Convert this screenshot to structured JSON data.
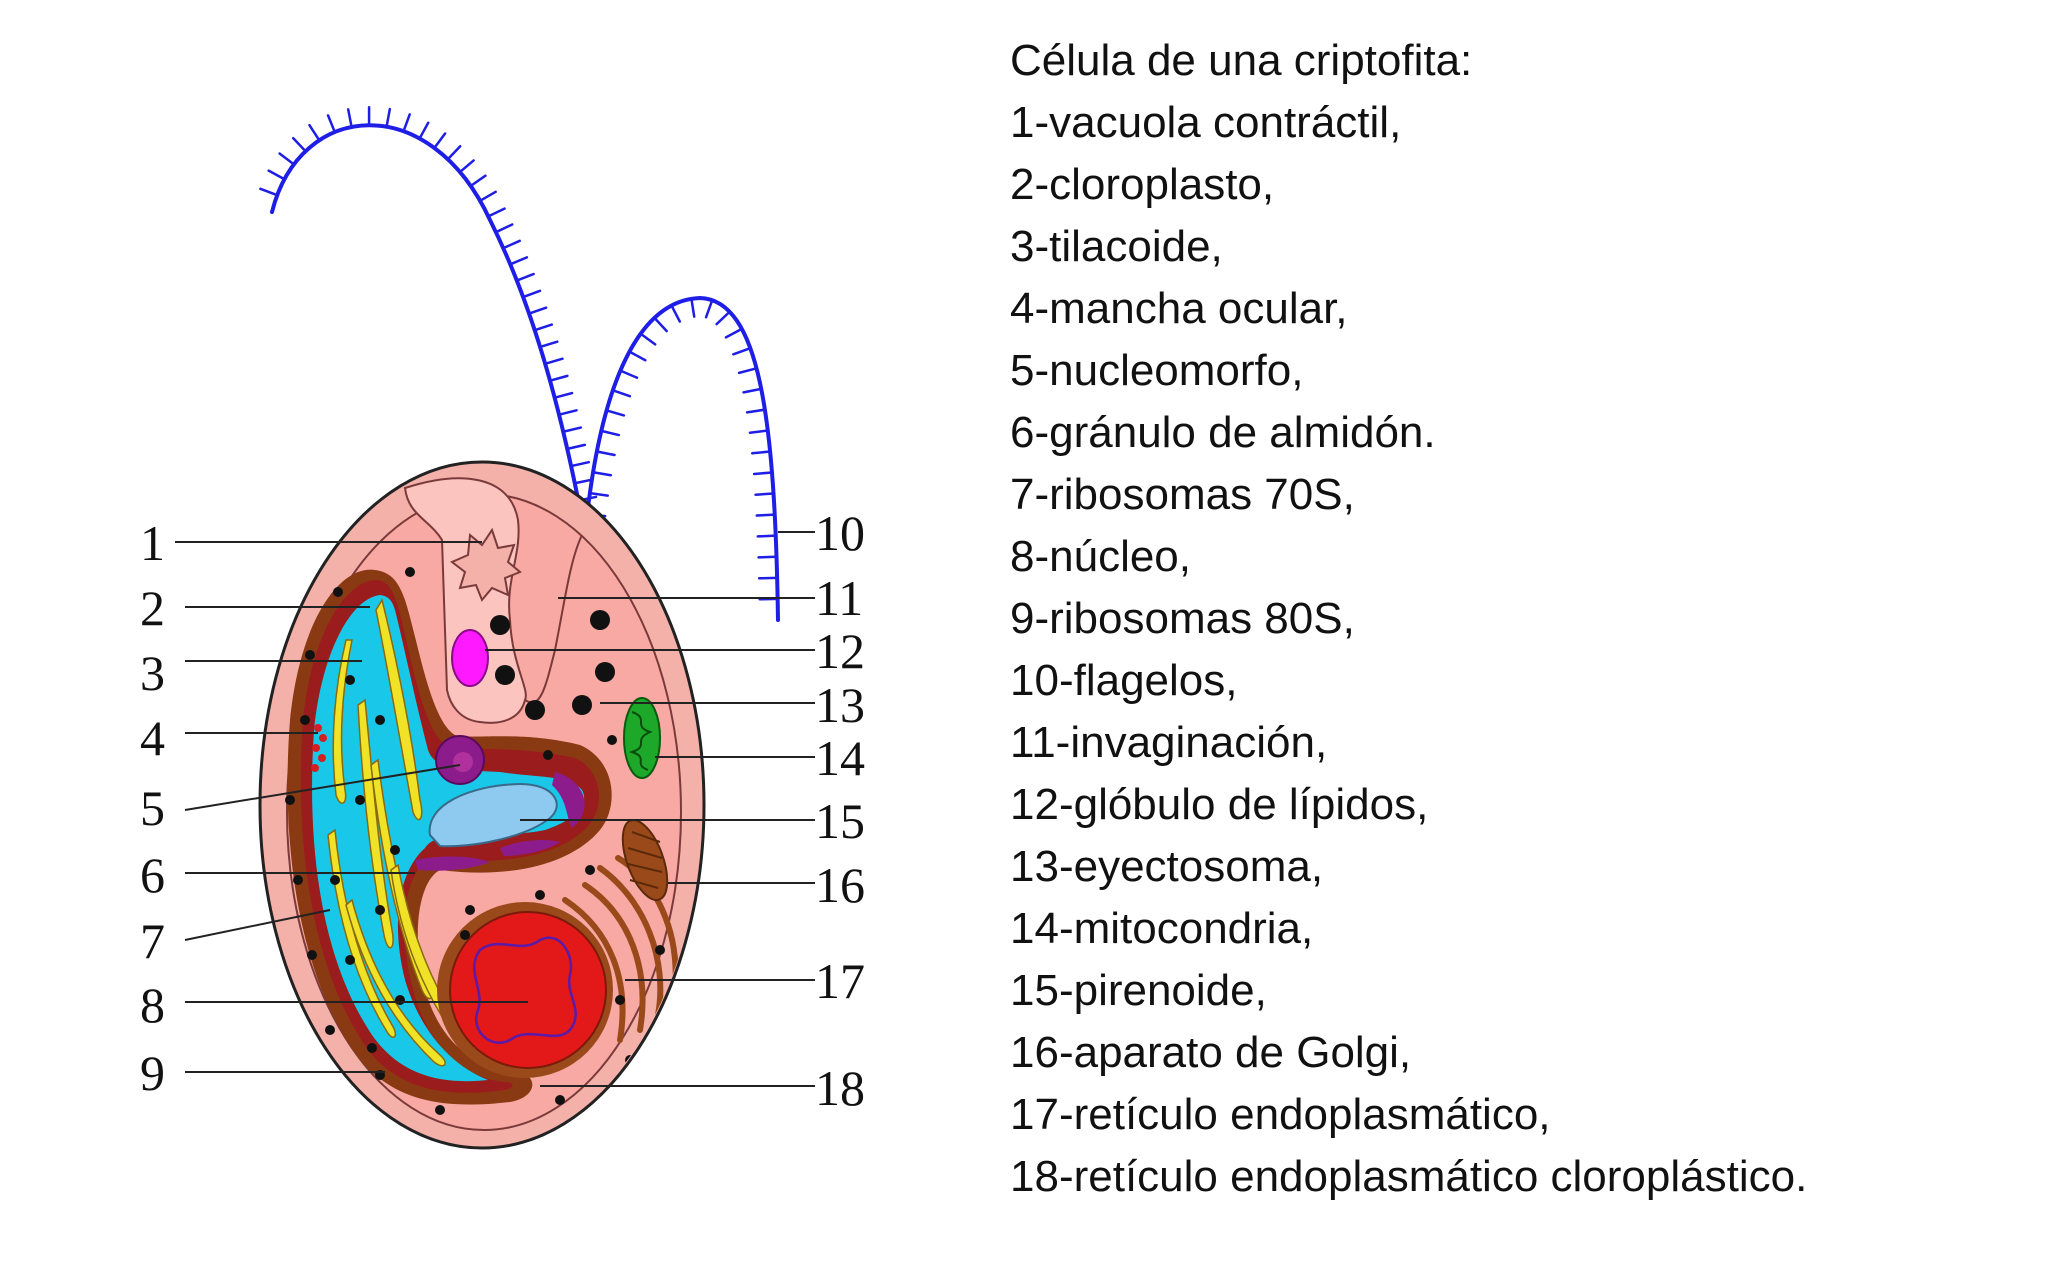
{
  "legend": {
    "title": "Célula de una criptofita:",
    "items": [
      "1-vacuola contráctil,",
      "2-cloroplasto,",
      "3-tilacoide,",
      "4-mancha ocular,",
      "5-nucleomorfo,",
      "6-gránulo de almidón.",
      "7-ribosomas 70S,",
      "8-núcleo,",
      "9-ribosomas 80S,",
      "10-flagelos,",
      "11-invaginación,",
      "12-glóbulo de lípidos,",
      "13-eyectosoma,",
      "14-mitocondria,",
      "15-pirenoide,",
      "16-aparato de Golgi,",
      "17-retículo endoplasmático,",
      "18-retículo endoplasmático cloroplástico."
    ]
  },
  "numbers": {
    "left": [
      "1",
      "2",
      "3",
      "4",
      "5",
      "6",
      "7",
      "8",
      "9"
    ],
    "right": [
      "10",
      "11",
      "12",
      "13",
      "14",
      "15",
      "16",
      "17",
      "18"
    ]
  },
  "colors": {
    "flagella": "#1e1ee6",
    "cell_outer": "#f3b1aa",
    "cell_inner": "#f8a9a3",
    "chloroplast_membrane": "#8a3a12",
    "chloroplast_stroma": "#9b1c1c",
    "chloroplast_lumen": "#19c8e8",
    "thylakoid": "#f0e226",
    "pyrenoid": "#8ec9f0",
    "starch": "#8c1c8c",
    "nucleus": "#e31818",
    "lipid": "#ff19ff",
    "mitochondria": "#1ea82a",
    "golgi": "#9a4a1a",
    "eyespot": "#d42020"
  }
}
